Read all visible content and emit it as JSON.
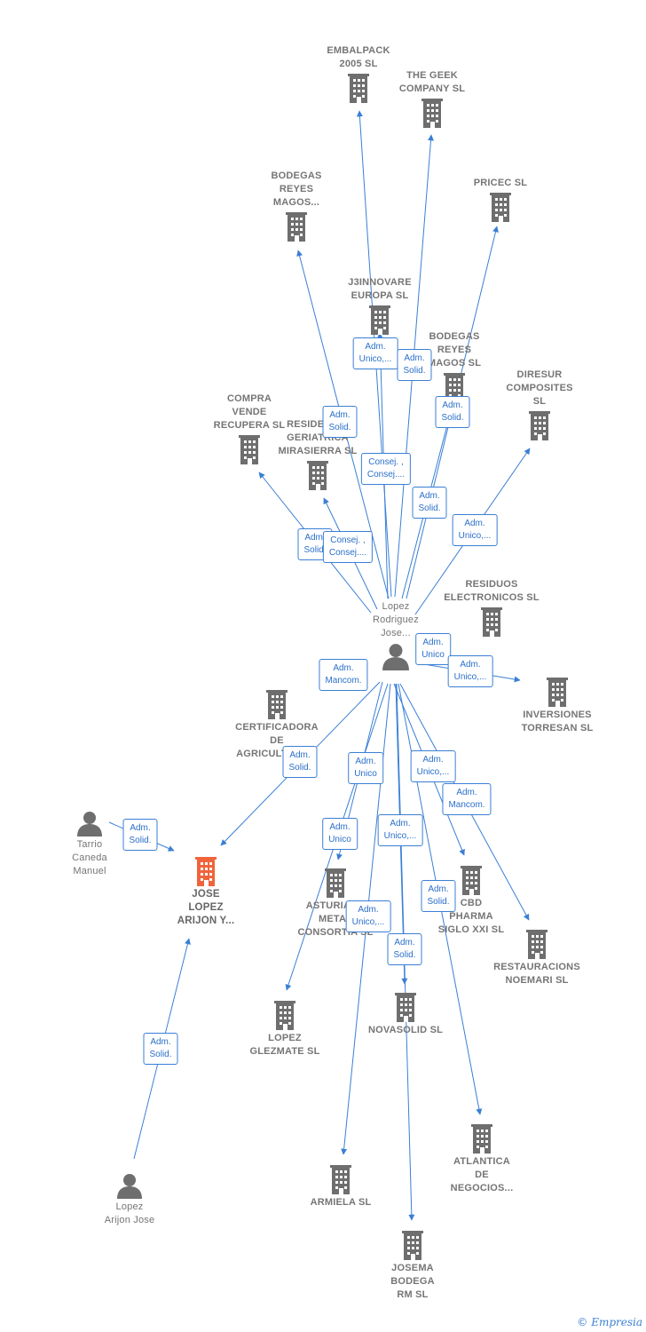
{
  "colors": {
    "edge": "#3a7fd5",
    "building": "#6e6e6e",
    "building_main": "#f0643c",
    "person": "#6e6e6e"
  },
  "center": {
    "label": "Lopez\nRodriguez\nJose..."
  },
  "nodes": [
    {
      "id": "embalpack",
      "label": "EMBALPACK\n2005  SL",
      "icon": "building-icon"
    },
    {
      "id": "thegeek",
      "label": "THE GEEK\nCOMPANY  SL",
      "icon": "building-icon"
    },
    {
      "id": "bodegas1",
      "label": "BODEGAS\nREYES\nMAGOS...",
      "icon": "building-icon"
    },
    {
      "id": "pricec",
      "label": "PRICEC  SL",
      "icon": "building-icon"
    },
    {
      "id": "j3innovare",
      "label": "J3INNOVARE\nEUROPA SL",
      "icon": "building-icon"
    },
    {
      "id": "bodegas2",
      "label": "BODEGAS\nREYES\nMAGOS SL",
      "icon": "building-icon"
    },
    {
      "id": "diresur",
      "label": "DIRESUR\nCOMPOSITES\nSL",
      "icon": "building-icon"
    },
    {
      "id": "compra",
      "label": "COMPRA\nVENDE\nRECUPERA  SL",
      "icon": "building-icon"
    },
    {
      "id": "residencia",
      "label": "RESIDENCIA\nGERIATRICA\nMIRASIERRA SL",
      "icon": "building-icon"
    },
    {
      "id": "residuos",
      "label": "RESIDUOS\nELECTRONICOS SL",
      "icon": "building-icon"
    },
    {
      "id": "inversiones",
      "label": "INVERSIONES\nTORRESAN  SL",
      "icon": "building-icon"
    },
    {
      "id": "certificadora",
      "label": "CERTIFICADORA\nDE\nAGRICULTURA...",
      "icon": "building-icon"
    },
    {
      "id": "tarrio",
      "label": "Tarrio\nCaneda\nManuel",
      "icon": "person-icon"
    },
    {
      "id": "jose",
      "label": "JOSE\nLOPEZ\nARIJON Y...",
      "icon": "building-main-icon"
    },
    {
      "id": "asturiana",
      "label": "ASTURIANA\nMETAL\nCONSORTIA SL",
      "icon": "building-icon"
    },
    {
      "id": "cbd",
      "label": "CBD\nPHARMA\nSIGLO XXI  SL",
      "icon": "building-icon"
    },
    {
      "id": "restauracions",
      "label": "RESTAURACIONS\nNOEMARI SL",
      "icon": "building-icon"
    },
    {
      "id": "lopezglez",
      "label": "LOPEZ\nGLEZMATE SL",
      "icon": "building-icon"
    },
    {
      "id": "novasolid",
      "label": "NOVASOLID  SL",
      "icon": "building-icon"
    },
    {
      "id": "atlantica",
      "label": "ATLANTICA\nDE\nNEGOCIOS...",
      "icon": "building-icon"
    },
    {
      "id": "armiela",
      "label": "ARMIELA SL",
      "icon": "building-icon"
    },
    {
      "id": "josema",
      "label": "JOSEMA\nBODEGA\nRM  SL",
      "icon": "building-icon"
    },
    {
      "id": "lopezarijon",
      "label": "Lopez\nArijon Jose",
      "icon": "person-icon"
    }
  ],
  "badges": [
    {
      "id": "b1",
      "text": "Adm.\nUnico,..."
    },
    {
      "id": "b2",
      "text": "Adm.\nSolid."
    },
    {
      "id": "b3",
      "text": "Adm.\nSolid."
    },
    {
      "id": "b4",
      "text": "Adm.\nSolid."
    },
    {
      "id": "b5",
      "text": "Consej. ,\nConsej...."
    },
    {
      "id": "b6",
      "text": "Adm.\nSolid."
    },
    {
      "id": "b7",
      "text": "Adm.\nUnico,..."
    },
    {
      "id": "b8",
      "text": "Adm.\nSolid."
    },
    {
      "id": "b9",
      "text": "Consej. ,\nConsej...."
    },
    {
      "id": "b10",
      "text": "Adm.\nUnico"
    },
    {
      "id": "b11",
      "text": "Adm.\nUnico,..."
    },
    {
      "id": "b12",
      "text": "Adm.\nMancom."
    },
    {
      "id": "b13",
      "text": "Adm.\nSolid."
    },
    {
      "id": "b14",
      "text": "Adm.\nUnico"
    },
    {
      "id": "b15",
      "text": "Adm.\nUnico,..."
    },
    {
      "id": "b16",
      "text": "Adm.\nMancom."
    },
    {
      "id": "b17",
      "text": "Adm.\nSolid."
    },
    {
      "id": "b18",
      "text": "Adm.\nUnico"
    },
    {
      "id": "b19",
      "text": "Adm.\nUnico,..."
    },
    {
      "id": "b20",
      "text": "Adm.\nSolid."
    },
    {
      "id": "b21",
      "text": "Adm.\nUnico,..."
    },
    {
      "id": "b22",
      "text": "Adm.\nSolid."
    },
    {
      "id": "b23",
      "text": "Adm.\nSolid."
    }
  ],
  "footer": {
    "copyright": "©",
    "brand": "Empresia"
  }
}
